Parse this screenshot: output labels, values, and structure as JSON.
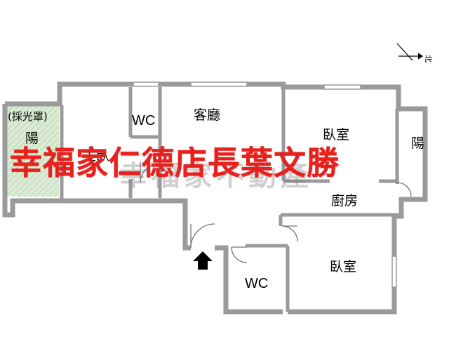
{
  "rooms": {
    "balcony_note": "(採光罩)",
    "balcony_left": "陽",
    "master_bedroom": "主臥",
    "wc_top": "WC",
    "living_room": "客廳",
    "bedroom_top": "臥室",
    "balcony_right": "陽",
    "kitchen": "廚房",
    "wc_bottom": "WC",
    "bedroom_bottom": "臥室"
  },
  "compass": {
    "north_label": "北"
  },
  "watermark_text": "幸福家不動產",
  "banner_text": "幸福家仁德店長葉文勝",
  "colors": {
    "wall": "#9a9a9a",
    "balcony_fill": "#dcebd6",
    "banner": "#e8211c",
    "entrance": "#000000"
  }
}
